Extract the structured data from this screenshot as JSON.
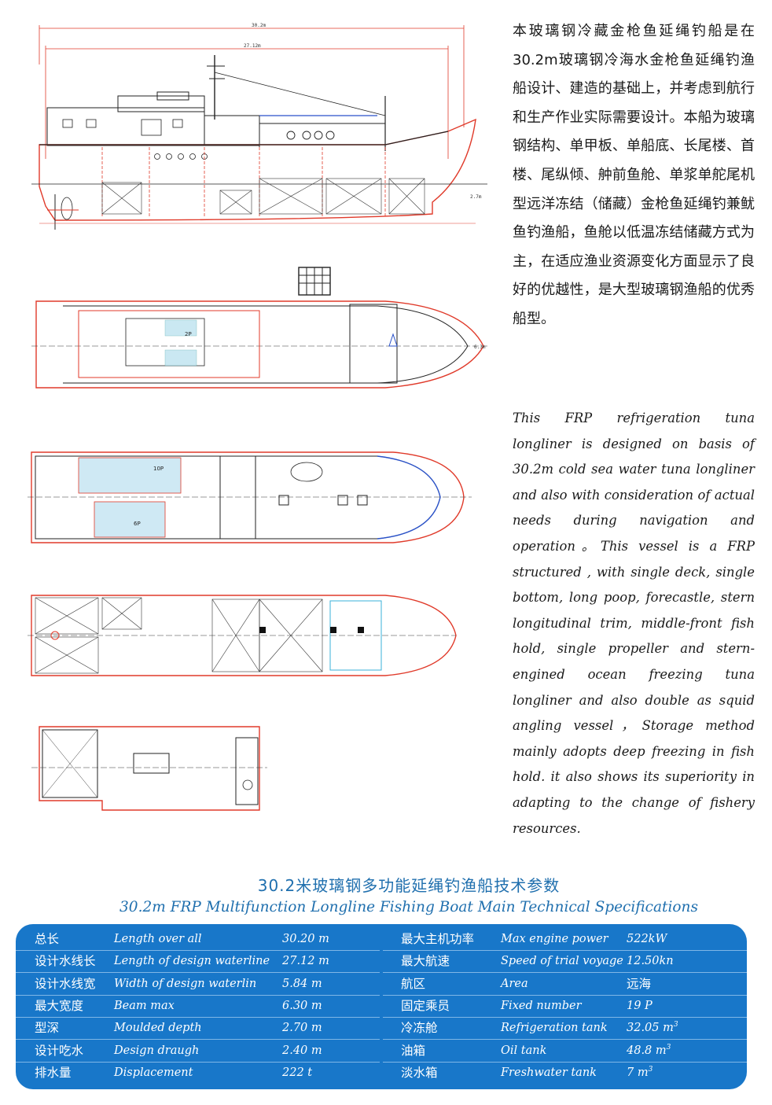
{
  "drawings": {
    "profile": {
      "dim_total": "30.2m",
      "dim_waterline": "27.12m",
      "dim_depth": "2.7m"
    },
    "deck1": {
      "beam": "6.3m",
      "cabin_label": "2P"
    },
    "deck2": {
      "cabin_a": "10P",
      "cabin_b": "6P"
    }
  },
  "description_zh": "本玻璃钢冷藏金枪鱼延绳钓船是在30.2m玻璃钢冷海水金枪鱼延绳钓渔船设计、建造的基础上，并考虑到航行和生产作业实际需要设计。本船为玻璃钢结构、单甲板、单船底、长尾楼、首楼、尾纵倾、舯前鱼舱、单浆单舵尾机型远洋冻结（储藏）金枪鱼延绳钓兼鱿鱼钓渔船，鱼舱以低温冻结储藏方式为主，在适应渔业资源变化方面显示了良好的优越性，是大型玻璃钢渔船的优秀船型。",
  "description_en": "This FRP refrigeration tuna longliner is designed on basis of 30.2m cold sea water tuna longliner and also with consideration of actual needs during navigation and operation。This vessel is a FRP structured , with single deck, single bottom, long poop, forecastle, stern longitudinal trim, middle-front fish hold, single propeller and stern-engined ocean freezing tuna longliner and also double as squid angling vessel，Storage method mainly adopts deep freezing in fish hold. it also shows its superiority in adapting to the change of fishery resources.",
  "spec": {
    "title_zh": "30.2米玻璃钢多功能延绳钓渔船技术参数",
    "title_en": "30.2m FRP Multifunction Longline Fishing Boat Main Technical Specifications",
    "left": [
      {
        "zh": "总长",
        "en": "Length over all",
        "val": "30.20 m"
      },
      {
        "zh": "设计水线长",
        "en": "Length of design waterline",
        "val": "27.12 m"
      },
      {
        "zh": "设计水线宽",
        "en": "Width of design waterlin",
        "val": "5.84 m"
      },
      {
        "zh": "最大宽度",
        "en": "Beam max",
        "val": "6.30 m"
      },
      {
        "zh": "型深",
        "en": "Moulded depth",
        "val": "2.70 m"
      },
      {
        "zh": "设计吃水",
        "en": "Design draugh",
        "val": "2.40 m"
      },
      {
        "zh": "排水量",
        "en": "Displacement",
        "val": "222 t"
      }
    ],
    "right": [
      {
        "zh": "最大主机功率",
        "en": "Max engine power",
        "val": "522kW"
      },
      {
        "zh": "最大航速",
        "en": "Speed of trial voyage",
        "val": "12.50kn"
      },
      {
        "zh": "航区",
        "en": "Area",
        "val": "远海"
      },
      {
        "zh": "固定乘员",
        "en": "Fixed number",
        "val": "19 P"
      },
      {
        "zh": "冷冻舱",
        "en": "Refrigeration tank",
        "val": "32.05 m",
        "sup": "3"
      },
      {
        "zh": "油箱",
        "en": "Oil tank",
        "val": "48.8 m",
        "sup": "3"
      },
      {
        "zh": "淡水箱",
        "en": "Freshwater tank",
        "val": "7 m",
        "sup": "3"
      }
    ]
  },
  "colors": {
    "accent": "#1877c9",
    "title": "#1f6fae",
    "hull_line": "#e03a2a"
  }
}
